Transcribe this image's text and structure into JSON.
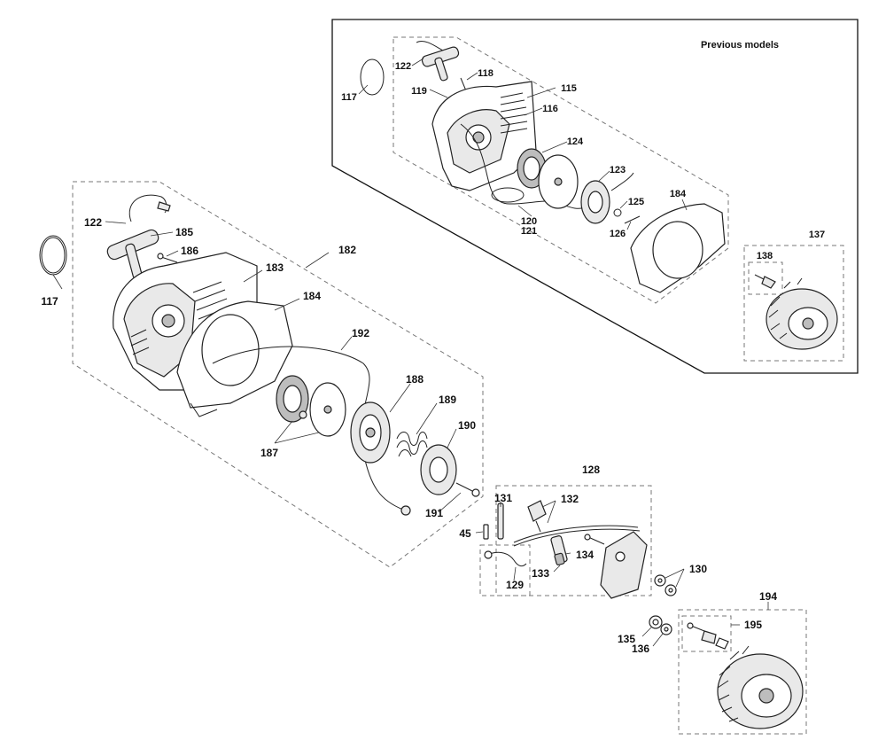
{
  "title": "Previous models",
  "labels": {
    "p117a": "117",
    "p122a": "122",
    "p119": "119",
    "p118": "118",
    "p115": "115",
    "p116": "116",
    "p124": "124",
    "p123": "123",
    "p125": "125",
    "p126": "126",
    "p120": "120",
    "p121": "121",
    "p184a": "184",
    "p137": "137",
    "p138": "138",
    "p122b": "122",
    "p185": "185",
    "p186": "186",
    "p117b": "117",
    "p183": "183",
    "p182": "182",
    "p184b": "184",
    "p192": "192",
    "p188": "188",
    "p189": "189",
    "p190": "190",
    "p187": "187",
    "p191": "191",
    "p128": "128",
    "p131": "131",
    "p132": "132",
    "p45": "45",
    "p134": "134",
    "p133": "133",
    "p129": "129",
    "p130": "130",
    "p194": "194",
    "p195": "195",
    "p135": "135",
    "p136": "136"
  }
}
